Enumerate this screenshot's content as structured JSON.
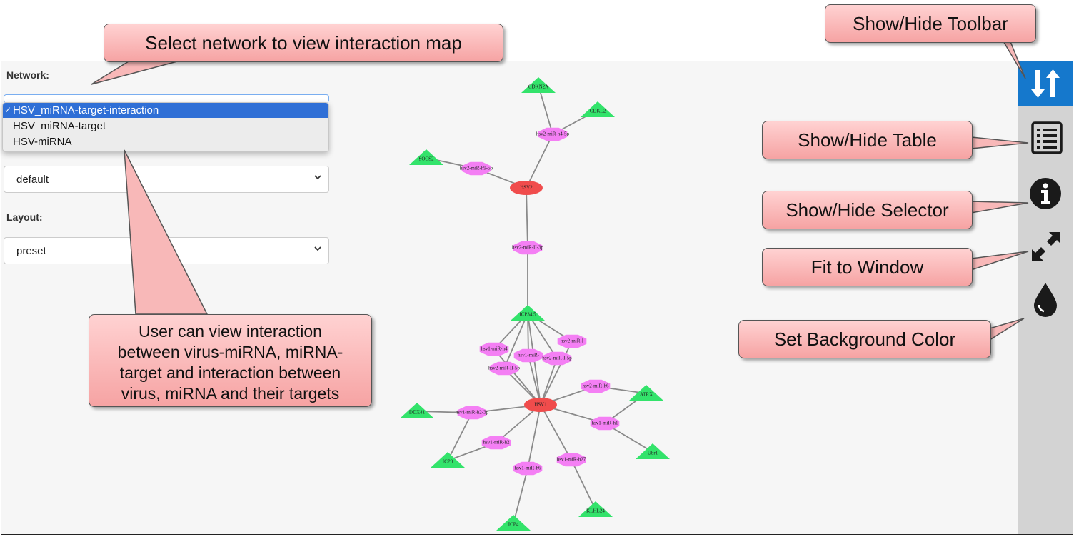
{
  "panel": {
    "network_label": "Network:",
    "network_options": [
      "HSV_miRNA-target-interaction",
      "HSV_miRNA-target",
      "HSV-miRNA"
    ],
    "network_selected_index": 0,
    "style_value": "default",
    "layout_label": "Layout:",
    "layout_value": "preset"
  },
  "toolbar": {
    "items": [
      "sort-toggle-icon",
      "table-list-icon",
      "info-icon",
      "expand-arrows-icon",
      "droplet-icon"
    ],
    "active_color": "#1578cc",
    "background_color": "#d3d3d3"
  },
  "callouts": {
    "select_network": "Select network to view interaction map",
    "show_hide_toolbar": "Show/Hide Toolbar",
    "show_hide_table": "Show/Hide Table",
    "show_hide_selector": "Show/Hide Selector",
    "fit_to_window": "Fit to Window",
    "set_background_color": "Set Background Color",
    "user_info_lines": [
      "User can view interaction",
      "between virus-miRNA, miRNA-",
      "target and interaction between",
      "virus, miRNA and their targets"
    ]
  },
  "network": {
    "colors": {
      "virus": "#f04c4c",
      "mirna": "#f47ff4",
      "target": "#33e36b",
      "edge": "#8a8a8a"
    },
    "nodes": [
      {
        "id": "HSV2",
        "label": "HSV2",
        "type": "virus"
      },
      {
        "id": "HSV1",
        "label": "HSV1",
        "type": "virus"
      },
      {
        "id": "m_h4_5p",
        "label": "hsv2-miR-h4-5p",
        "type": "mirna"
      },
      {
        "id": "m_h9_5p",
        "label": "hsv2-miR-h9-5p",
        "type": "mirna"
      },
      {
        "id": "m_II_3p",
        "label": "hsv2-miR-II-3p",
        "type": "mirna"
      },
      {
        "id": "m_h4",
        "label": "hsv1-miR-h4",
        "type": "mirna"
      },
      {
        "id": "m_hsv1_x",
        "label": "hsv1-miR-",
        "type": "mirna"
      },
      {
        "id": "m_I",
        "label": "hsv2-miR-I",
        "type": "mirna"
      },
      {
        "id": "m_I_5p",
        "label": "hsv2-miR-I-5p",
        "type": "mirna"
      },
      {
        "id": "m_II_5p",
        "label": "hsv2-miR-II-5p",
        "type": "mirna"
      },
      {
        "id": "m_h6",
        "label": "hsv2-miR-h6",
        "type": "mirna"
      },
      {
        "id": "m_h2_3p",
        "label": "hsv1-miR-h2-3p",
        "type": "mirna"
      },
      {
        "id": "m_h1",
        "label": "hsv1-miR-h1",
        "type": "mirna"
      },
      {
        "id": "m_h2",
        "label": "hsv1-miR-h2",
        "type": "mirna"
      },
      {
        "id": "m_h27",
        "label": "hsv1-miR-h27",
        "type": "mirna"
      },
      {
        "id": "m_h6b",
        "label": "hsv1-miR-h6",
        "type": "mirna"
      },
      {
        "id": "t_CDKN2A",
        "label": "CDKN2A",
        "type": "target"
      },
      {
        "id": "t_CDKL2",
        "label": "CDKL2",
        "type": "target"
      },
      {
        "id": "t_SOCS2",
        "label": "SOCS2",
        "type": "target"
      },
      {
        "id": "t_ICP34",
        "label": "ICP34.5",
        "type": "target"
      },
      {
        "id": "t_DDX41",
        "label": "DDX41",
        "type": "target"
      },
      {
        "id": "t_ATRX",
        "label": "ATRX",
        "type": "target"
      },
      {
        "id": "t_ICP0",
        "label": "ICP0",
        "type": "target"
      },
      {
        "id": "t_Ubr1",
        "label": "Ubr1",
        "type": "target"
      },
      {
        "id": "t_ICP4",
        "label": "ICP4",
        "type": "target"
      },
      {
        "id": "t_KLHL24",
        "label": "KLHL24",
        "type": "target"
      }
    ],
    "edges": [
      [
        "t_CDKN2A",
        "m_h4_5p"
      ],
      [
        "t_CDKL2",
        "m_h4_5p"
      ],
      [
        "m_h4_5p",
        "HSV2"
      ],
      [
        "t_SOCS2",
        "m_h9_5p"
      ],
      [
        "m_h9_5p",
        "HSV2"
      ],
      [
        "HSV2",
        "m_II_3p"
      ],
      [
        "m_II_3p",
        "t_ICP34"
      ],
      [
        "t_ICP34",
        "m_h4"
      ],
      [
        "t_ICP34",
        "m_hsv1_x"
      ],
      [
        "t_ICP34",
        "m_I"
      ],
      [
        "t_ICP34",
        "m_I_5p"
      ],
      [
        "t_ICP34",
        "m_II_5p"
      ],
      [
        "t_ICP34",
        "HSV1"
      ],
      [
        "m_h4",
        "HSV1"
      ],
      [
        "m_hsv1_x",
        "HSV1"
      ],
      [
        "m_I",
        "HSV1"
      ],
      [
        "m_I_5p",
        "HSV1"
      ],
      [
        "m_II_5p",
        "HSV1"
      ],
      [
        "HSV1",
        "m_h6"
      ],
      [
        "m_h6",
        "t_ATRX"
      ],
      [
        "HSV1",
        "m_h2_3p"
      ],
      [
        "m_h2_3p",
        "t_DDX41"
      ],
      [
        "m_h2_3p",
        "t_ICP0"
      ],
      [
        "HSV1",
        "m_h1"
      ],
      [
        "m_h1",
        "t_ATRX"
      ],
      [
        "m_h1",
        "t_Ubr1"
      ],
      [
        "HSV1",
        "m_h2"
      ],
      [
        "m_h2",
        "t_ICP0"
      ],
      [
        "HSV1",
        "m_h27"
      ],
      [
        "m_h27",
        "t_KLHL24"
      ],
      [
        "HSV1",
        "m_h6b"
      ],
      [
        "m_h6b",
        "t_ICP4"
      ]
    ]
  }
}
